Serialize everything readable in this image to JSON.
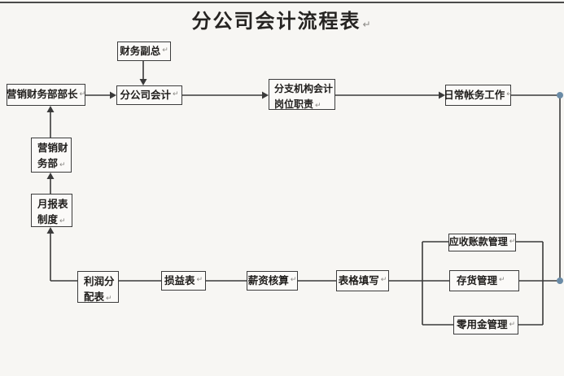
{
  "title": "分公司会计流程表",
  "pmark": "↵",
  "colors": {
    "background": "#f7f6f3",
    "line": "#3a3a3a",
    "box_border": "#3c3c3c",
    "connection_handle_blue": "#6a8ba6",
    "text": "#1f1d1b"
  },
  "nodes": {
    "finance_vp": {
      "label": "财务副总"
    },
    "marketing_finance_dept_head": {
      "label": "营销财务部部长"
    },
    "branch_accountant": {
      "label": "分公司会计"
    },
    "branch_accounting_job_duties": {
      "label": "分支机构会计岗位职责"
    },
    "daily_bookkeeping": {
      "label": "日常帐务工作"
    },
    "marketing_finance_dept": {
      "label": "营销财务部"
    },
    "monthly_report_system": {
      "label": "月报表制度"
    },
    "profit_distribution_statement": {
      "label": "利润分配表"
    },
    "income_statement": {
      "label": "损益表"
    },
    "payroll_accounting": {
      "label": "薪资核算"
    },
    "form_filling": {
      "label": "表格填写"
    },
    "accounts_receivable_mgmt": {
      "label": "应收账款管理"
    },
    "inventory_mgmt": {
      "label": "存货管理"
    },
    "petty_cash_mgmt": {
      "label": "零用金管理"
    }
  },
  "edges": [
    {
      "from": "finance_vp",
      "to": "branch_accountant",
      "arrow": true
    },
    {
      "from": "marketing_finance_dept_head",
      "to": "branch_accountant",
      "arrow": true
    },
    {
      "from": "branch_accountant",
      "to": "branch_accounting_job_duties",
      "arrow": true
    },
    {
      "from": "branch_accounting_job_duties",
      "to": "daily_bookkeeping",
      "arrow": true
    },
    {
      "from": "daily_bookkeeping",
      "to": "management_group_bracket",
      "arrow": false
    },
    {
      "from": "form_filling",
      "to": "management_group_bracket",
      "arrow": false
    },
    {
      "from": "management_group_bracket",
      "to": "accounts_receivable_mgmt",
      "arrow": false
    },
    {
      "from": "management_group_bracket",
      "to": "inventory_mgmt",
      "arrow": false
    },
    {
      "from": "management_group_bracket",
      "to": "petty_cash_mgmt",
      "arrow": false
    },
    {
      "from": "payroll_accounting",
      "to": "form_filling",
      "arrow": false
    },
    {
      "from": "income_statement",
      "to": "payroll_accounting",
      "arrow": false
    },
    {
      "from": "profit_distribution_statement",
      "to": "income_statement",
      "arrow": false
    },
    {
      "from": "profit_distribution_statement",
      "to": "monthly_report_system",
      "arrow": true
    },
    {
      "from": "monthly_report_system",
      "to": "marketing_finance_dept",
      "arrow": true
    },
    {
      "from": "marketing_finance_dept",
      "to": "marketing_finance_dept_head",
      "arrow": true
    }
  ]
}
